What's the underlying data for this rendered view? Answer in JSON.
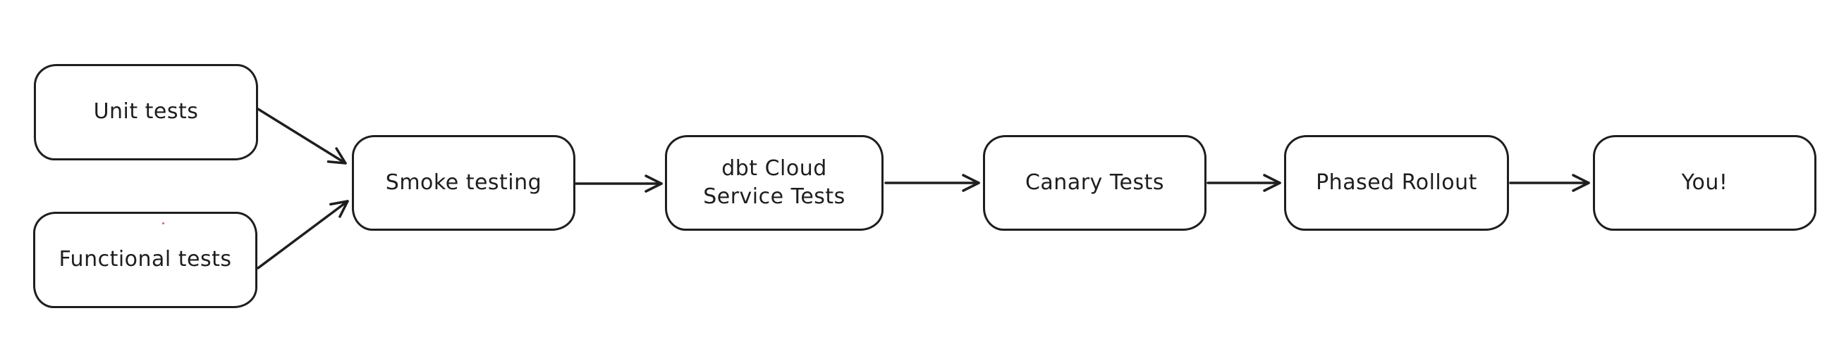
{
  "diagram": {
    "type": "flowchart",
    "style": "hand-drawn",
    "colors": {
      "stroke": "#1e1e1e",
      "node_fill": "#ffffff",
      "background": "#ffffff",
      "artifact_dot": "#e05a50"
    },
    "nodes": [
      {
        "id": "unit-tests",
        "label": "Unit tests"
      },
      {
        "id": "functional-tests",
        "label": "Functional tests"
      },
      {
        "id": "smoke-testing",
        "label": "Smoke testing"
      },
      {
        "id": "dbt-cloud-service-tests",
        "label": "dbt Cloud\nService Tests"
      },
      {
        "id": "canary-tests",
        "label": "Canary Tests"
      },
      {
        "id": "phased-rollout",
        "label": "Phased Rollout"
      },
      {
        "id": "you",
        "label": "You!"
      }
    ],
    "edges": [
      {
        "from": "unit-tests",
        "to": "smoke-testing"
      },
      {
        "from": "functional-tests",
        "to": "smoke-testing"
      },
      {
        "from": "smoke-testing",
        "to": "dbt-cloud-service-tests"
      },
      {
        "from": "dbt-cloud-service-tests",
        "to": "canary-tests"
      },
      {
        "from": "canary-tests",
        "to": "phased-rollout"
      },
      {
        "from": "phased-rollout",
        "to": "you"
      }
    ]
  }
}
